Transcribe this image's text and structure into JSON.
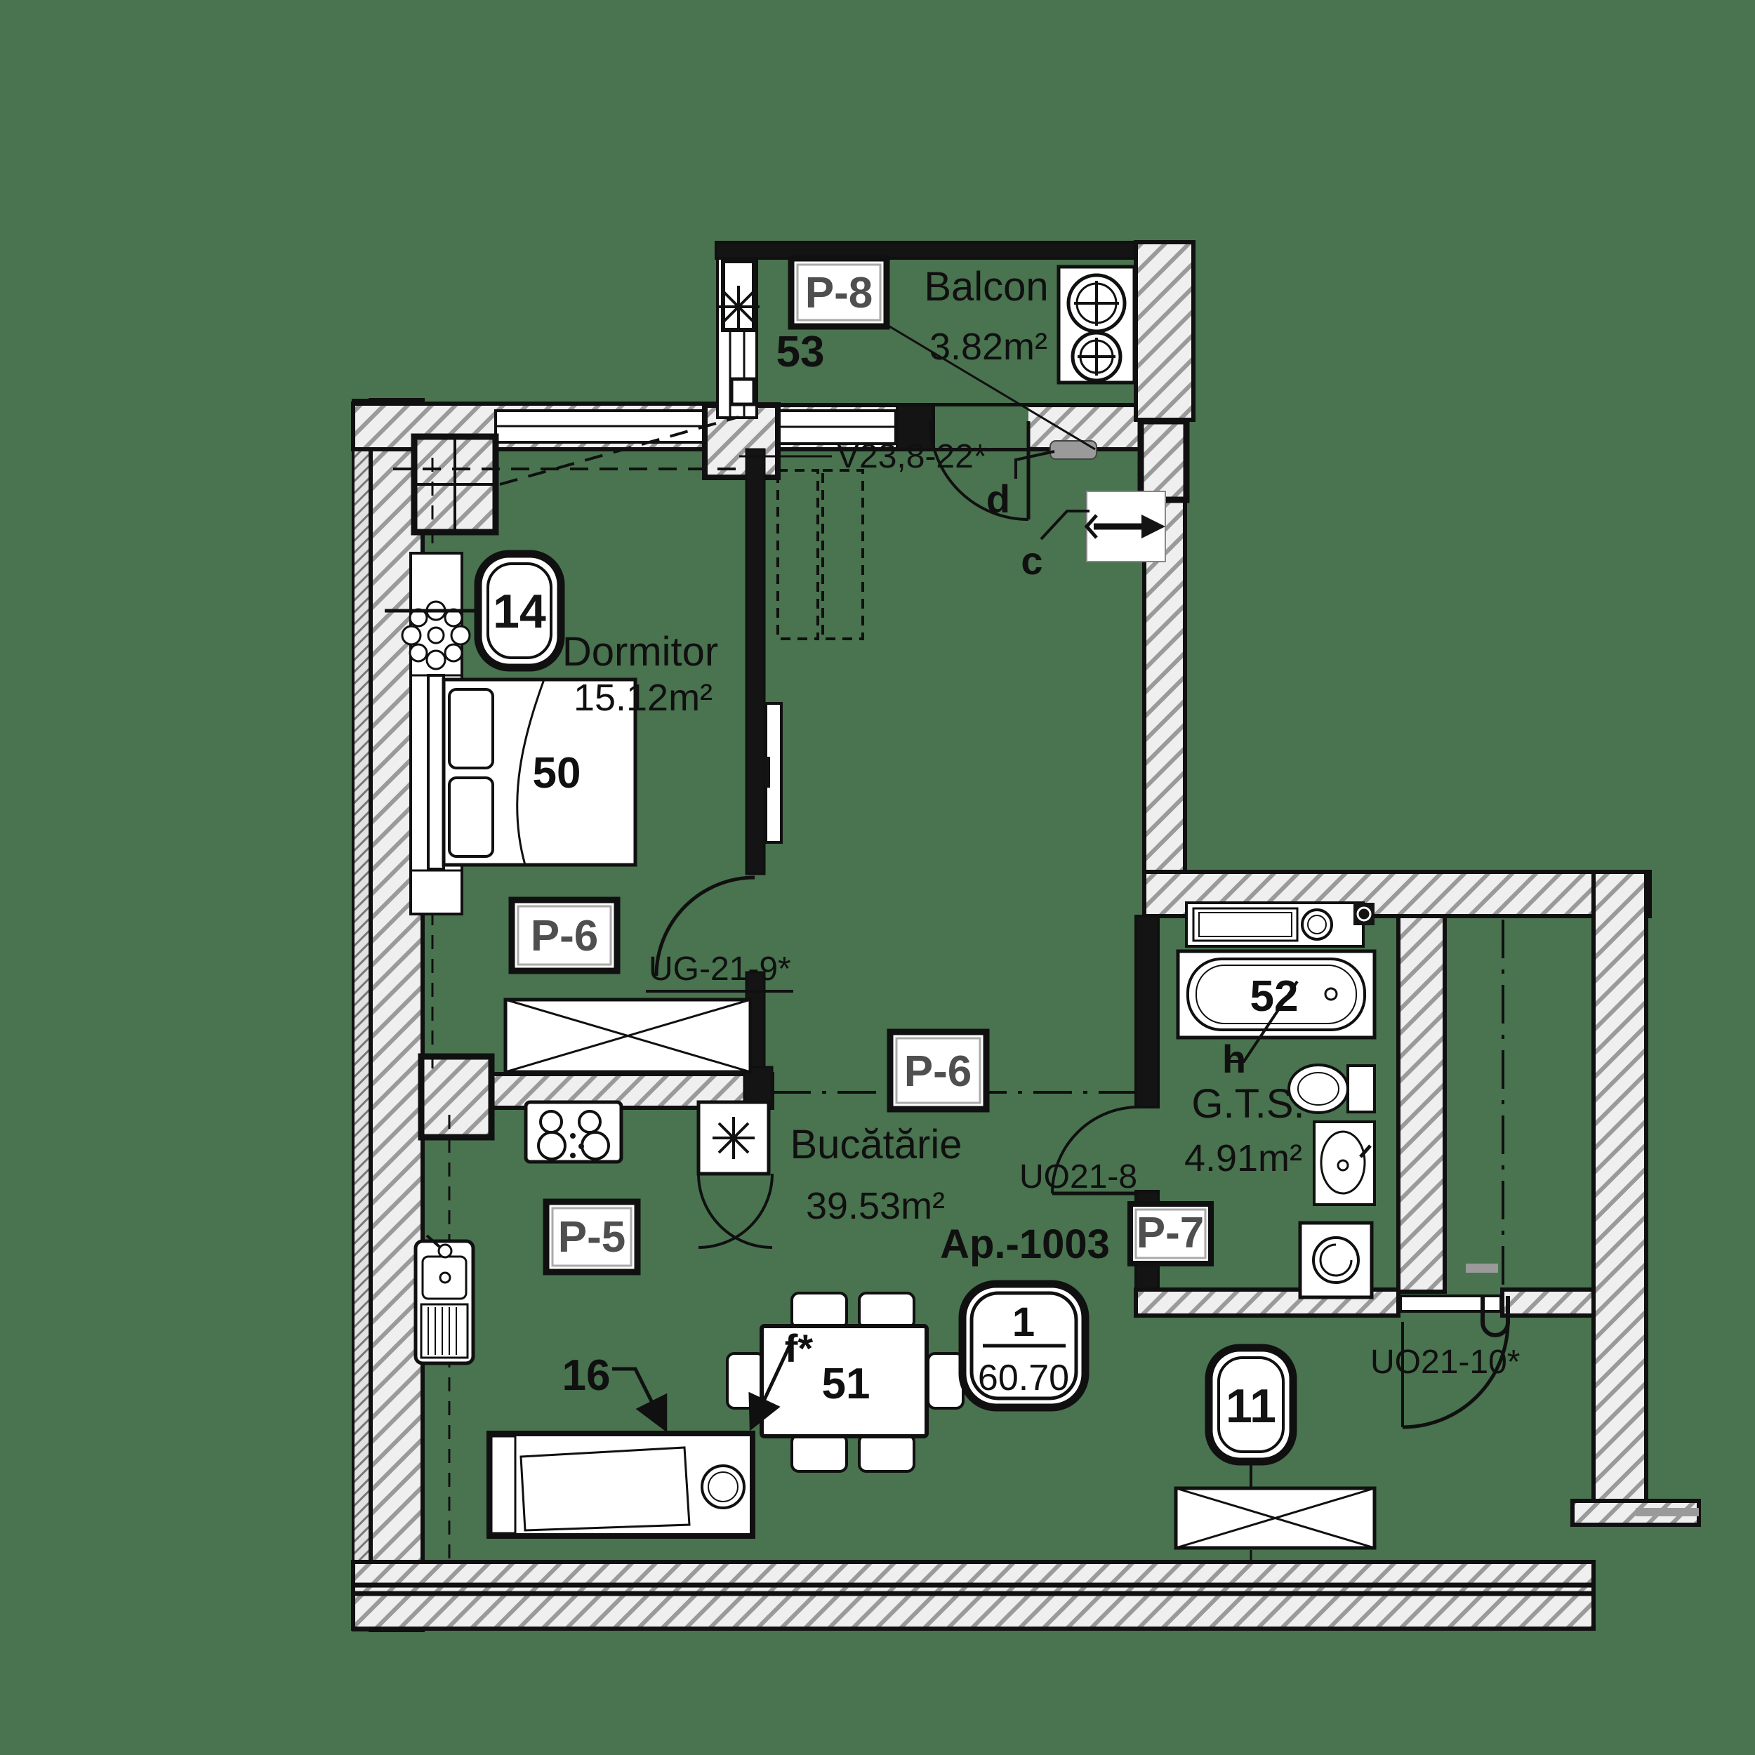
{
  "title": "Apartment floor plan",
  "colors": {
    "background": "#4A7350",
    "wall_line": "#101010",
    "hatch_line": "#9a9a9a",
    "badge_text": "#4f4f4f",
    "fixture_fill": "#ffffff",
    "detail_grey": "#9a9a9a"
  },
  "apartment": {
    "label": "Ap.-1003",
    "unit_number": "1",
    "total_area": "60.70"
  },
  "rooms": {
    "balcony": {
      "name": "Balcon",
      "area": "3.82m²",
      "finish_badge": "P-8",
      "furniture_item": "53",
      "window_label": "V23,8-22*"
    },
    "bedroom": {
      "name": "Dormitor",
      "area": "15.12m²",
      "axis_badge": "14",
      "bed_item": "50",
      "finish_badge": "P-6",
      "door_label": "UG-21-9*"
    },
    "living": {
      "finish_badge": "P-6",
      "balcony_door_mark": "d",
      "vent_mark": "c"
    },
    "kitchen": {
      "name": "Bucătărie",
      "area": "39.53m²",
      "finish_badge": "P-5",
      "sofa_item": "16",
      "table_mark": "f*",
      "table_item": "51"
    },
    "bathroom": {
      "name": "G.T.S.",
      "area": "4.91m²",
      "finish_badge": "P-7",
      "bathtub_item": "52",
      "bathtub_mark": "h",
      "door_label": "UO21-8"
    },
    "hall": {
      "axis_badge": "11",
      "entrance_door_label": "UO21-10*"
    }
  }
}
